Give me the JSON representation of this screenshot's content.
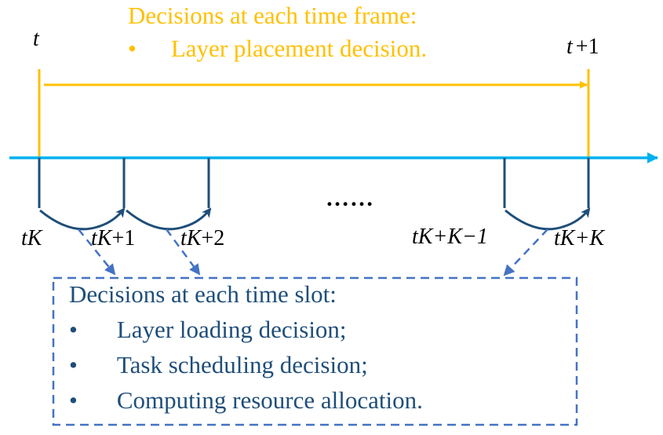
{
  "frame_box": {
    "title": "Decisions at each time frame:",
    "items": [
      "Layer placement decision."
    ],
    "bullet": "•"
  },
  "frame_labels": {
    "start": {
      "var": "t",
      "op": "",
      "num": ""
    },
    "end": {
      "var": "t",
      "op": "+",
      "num": "1"
    }
  },
  "slot_labels": [
    {
      "var": "tK",
      "rest": ""
    },
    {
      "var": "tK",
      "rest": "+1"
    },
    {
      "var": "tK",
      "rest": "+2"
    },
    {
      "var": "tK",
      "rest": "+K−1"
    },
    {
      "var": "tK",
      "rest": "+K"
    }
  ],
  "ellipsis": "……",
  "slot_box": {
    "title": "Decisions at each time slot:",
    "items": [
      "Layer loading decision;",
      "Task scheduling decision;",
      "Computing resource allocation."
    ],
    "bullet": "•"
  },
  "colors": {
    "frame": "#FFC000",
    "timeline": "#00B0F0",
    "slot": "#1F4E79",
    "dashed": "#4472C4"
  }
}
